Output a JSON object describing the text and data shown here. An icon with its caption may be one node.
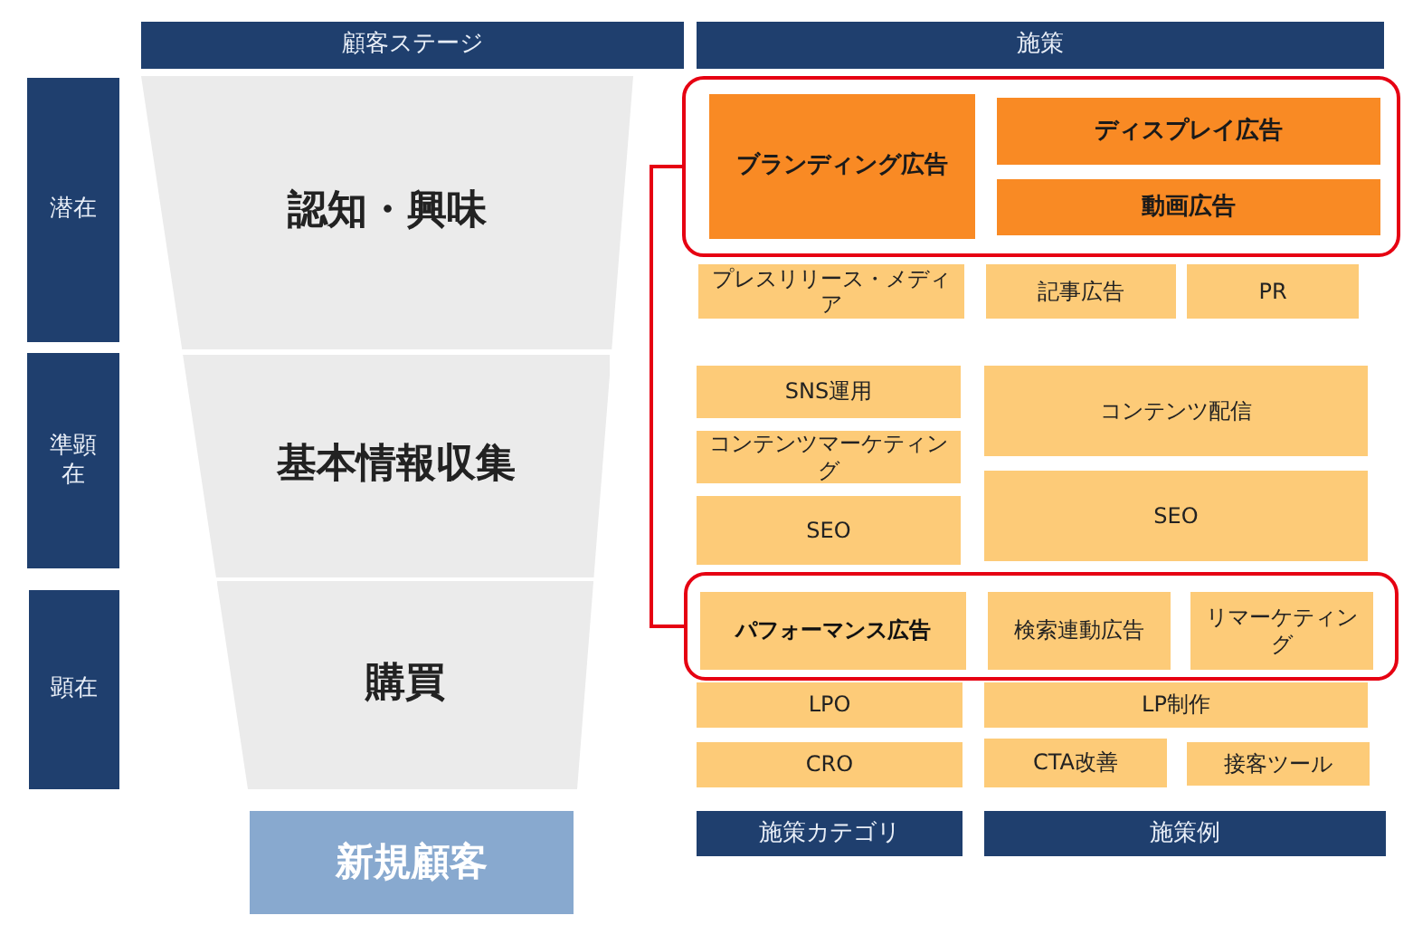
{
  "diagram": {
    "nodes": [
      {
        "text": [
          "顧客ステージ"
        ]
      },
      {
        "text": [
          "施策"
        ]
      },
      {
        "text": [],
        "shape": "box"
      },
      {
        "text": [
          "ブランディング広告"
        ],
        "in": 2
      },
      {
        "text": [
          "ディスプレイ広告"
        ],
        "in": 2
      },
      {
        "text": [
          "動画広告"
        ],
        "in": 2
      },
      {
        "text": [
          "潜在"
        ]
      },
      {
        "text": [
          "認知・興味"
        ]
      },
      {
        "text": [
          "プレスリリース・メディア"
        ]
      },
      {
        "text": [
          "記事広告"
        ]
      },
      {
        "text": [
          "PR"
        ]
      },
      {
        "text": [
          "準顕在"
        ]
      },
      {
        "text": [
          "基本情報収集"
        ]
      },
      {
        "text": [
          "SNS運用"
        ]
      },
      {
        "text": [
          "コンテンツ配信"
        ]
      },
      {
        "text": [
          "コンテンツマーケティング"
        ]
      },
      {
        "text": [
          "SEO"
        ]
      },
      {
        "text": [
          "SEO"
        ]
      },
      {
        "text": [],
        "shape": "box"
      },
      {
        "text": [
          "パフォーマンス広告"
        ],
        "in": 18
      },
      {
        "text": [
          "検索連動広告"
        ],
        "in": 18
      },
      {
        "text": [
          "リマーケティング"
        ],
        "in": 18
      },
      {
        "text": [
          "顕在"
        ]
      },
      {
        "text": [
          "購買"
        ]
      },
      {
        "text": [
          "LPO"
        ]
      },
      {
        "text": [
          "LP制作"
        ]
      },
      {
        "text": [
          "CRO"
        ]
      },
      {
        "text": [
          "CTA改善"
        ]
      },
      {
        "text": [
          "接客ツール"
        ]
      },
      {
        "text": [
          "施策カテゴリ"
        ]
      },
      {
        "text": [
          "施策例"
        ]
      },
      {
        "text": [
          "新規顧客"
        ]
      }
    ],
    "edges": [
      {
        "from": 2,
        "to": 18,
        "arrow": "none",
        "color": "#e60012"
      }
    ]
  }
}
